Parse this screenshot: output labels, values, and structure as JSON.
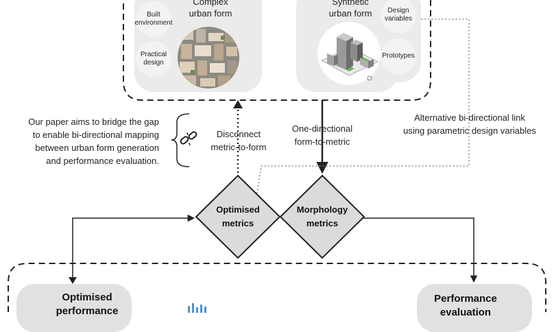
{
  "top": {
    "complex_panel": {
      "title_line1": "Complex",
      "title_line2": "urban form",
      "circle_built": "Built environment",
      "circle_practical": "Practical design",
      "image_icon": "aerial-city-photo"
    },
    "synthetic_panel": {
      "title_line1": "Synthetic",
      "title_line2": "urban form",
      "circle_design": "Design variables",
      "circle_prototypes": "Prototypes",
      "image_icon": "3d-block-prototype"
    }
  },
  "middle": {
    "paper_note": [
      "Our paper aims to bridge the gap",
      "to enable bi-directional mapping",
      "between urban form generation",
      "and performance evaluation."
    ],
    "broken_link_icon": "broken-link-icon",
    "disconnect_label": [
      "Disconnect",
      "metric-to-form"
    ],
    "one_directional_label": [
      "One-directional",
      "form-to-metric"
    ],
    "alternative_label": [
      "Alternative bi-directional link",
      "using parametric design variables"
    ]
  },
  "diamonds": {
    "optimised": [
      "Optimised",
      "metrics"
    ],
    "morphology": [
      "Morphology",
      "metrics"
    ]
  },
  "bottom": {
    "optimised_performance": [
      "Optimised",
      "performance"
    ],
    "performance_evaluation": [
      "Performance",
      "evaluation"
    ],
    "chart_icon": "bar-chart-icon"
  },
  "colors": {
    "panel": "#ebebea",
    "circle": "#f4f3f2",
    "diamond": "#dcdbd9",
    "stroke": "#222222",
    "dotted": "#888888",
    "accent_blue": "#4a90d9",
    "accent_green": "#5fbf4a"
  }
}
